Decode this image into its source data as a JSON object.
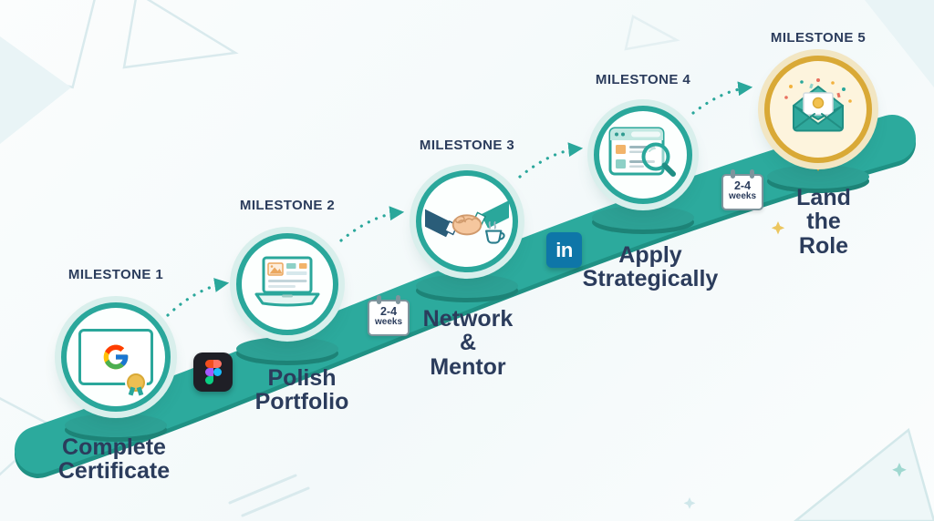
{
  "milestones": [
    {
      "label": "MILESTONE 1",
      "title": "Complete\nCertificate",
      "icon": "google-certificate-icon"
    },
    {
      "label": "MILESTONE 2",
      "title": "Polish\nPortfolio",
      "icon": "portfolio-laptop-icon"
    },
    {
      "label": "MILESTONE 3",
      "title": "Network\n& Mentor",
      "icon": "handshake-coffee-icon"
    },
    {
      "label": "MILESTONE 4",
      "title": "Apply\nStrategically",
      "icon": "job-search-magnifier-icon"
    },
    {
      "label": "MILESTONE 5",
      "title": "Land\nthe Role",
      "icon": "offer-letter-envelope-icon"
    }
  ],
  "duration_badges": [
    {
      "range": "2-4",
      "unit": "weeks"
    },
    {
      "range": "2-4",
      "unit": "weeks"
    }
  ],
  "brand_icons": {
    "figma": "figma-icon",
    "linkedin": "linkedin-icon",
    "linkedin_text": "in",
    "google": "google-logo-icon"
  },
  "colors": {
    "path_teal": "#2CAA9D",
    "ring_teal": "#2AA79B",
    "navy_text": "#2B3C5C",
    "gold": "#D9A936",
    "linkedin_blue": "#0E76A8",
    "figma_bg": "#1F1F26"
  }
}
